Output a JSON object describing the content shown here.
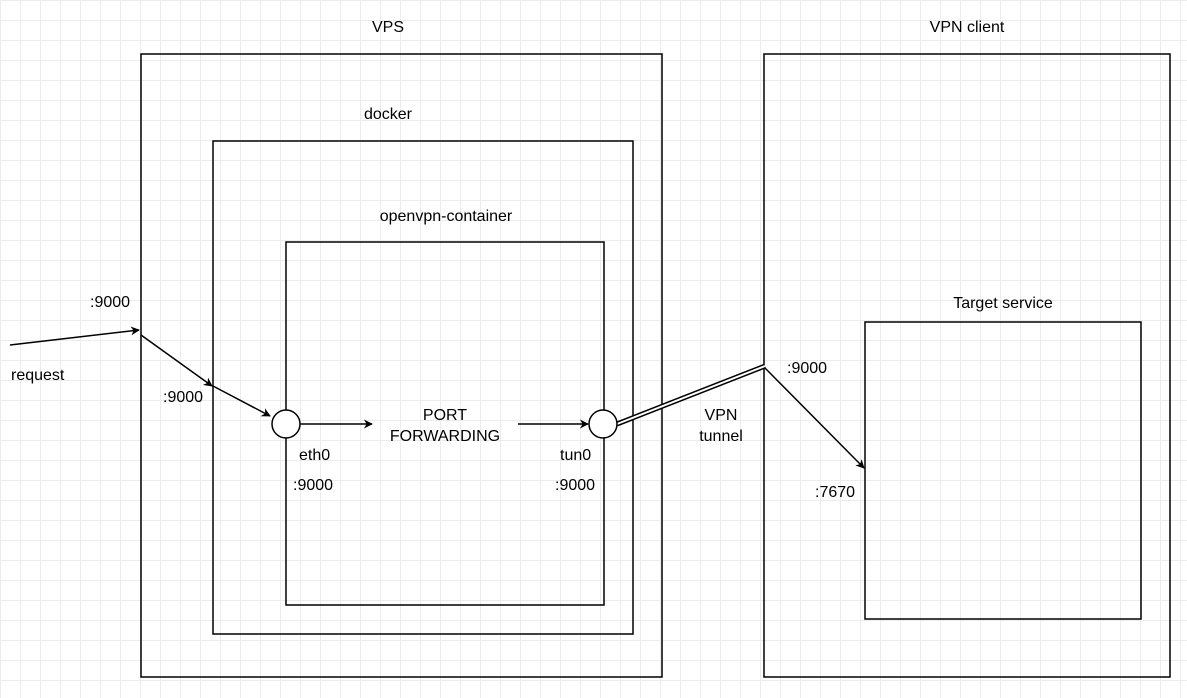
{
  "boxes": {
    "vps": "VPS",
    "docker": "docker",
    "container": "openvpn-container",
    "vpn_client": "VPN client",
    "target_service": "Target service"
  },
  "labels": {
    "request": "request",
    "vps_port": ":9000",
    "docker_port": ":9000",
    "eth0": "eth0",
    "eth0_port": ":9000",
    "forwarding_line1": "PORT",
    "forwarding_line2": "FORWARDING",
    "tun0": "tun0",
    "tun0_port": ":9000",
    "tunnel_line1": "VPN",
    "tunnel_line2": "tunnel",
    "client_port": ":9000",
    "target_port": ":7670"
  }
}
